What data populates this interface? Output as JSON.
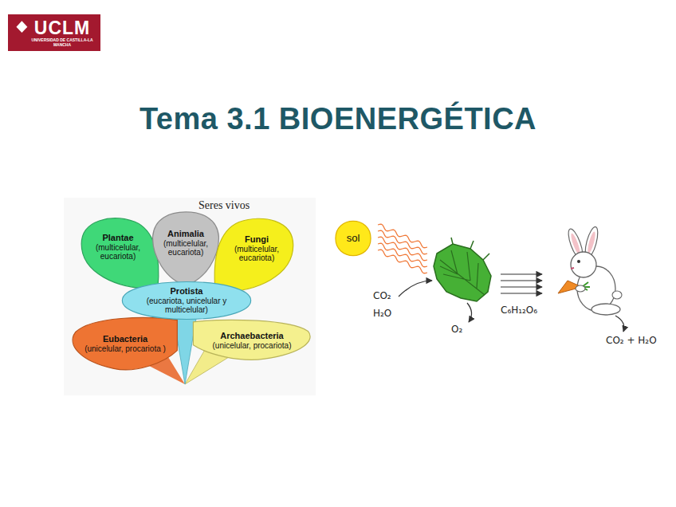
{
  "diagram": {
    "title": "Tema 3.1 BIOENERGÉTICA",
    "nodes": [
      {
        "text": [
          "UCLM",
          "UNIVERSIDAD DE CASTILLA-LA MANCHA"
        ]
      },
      {
        "text": [
          "Plantae",
          "(multicelular, eucariota)"
        ]
      },
      {
        "text": [
          "Animalia",
          "(multicelular, eucariota)"
        ]
      },
      {
        "text": [
          "Fungi",
          "(multicelular, eucariota)"
        ]
      },
      {
        "text": [
          "Protista",
          "(eucariota, unicelular y multicelular)"
        ]
      },
      {
        "text": [
          "Eubacteria",
          "(unicelular, procariota )"
        ]
      },
      {
        "text": [
          "Archaebacteria",
          "(unicelular, procariota)"
        ]
      },
      {
        "text": [
          "sol"
        ]
      }
    ],
    "labels": [
      "Seres vivos",
      "CO₂",
      "H₂O",
      "O₂",
      "C₆H₁₂O₆",
      "CO₂ + H₂O"
    ]
  }
}
